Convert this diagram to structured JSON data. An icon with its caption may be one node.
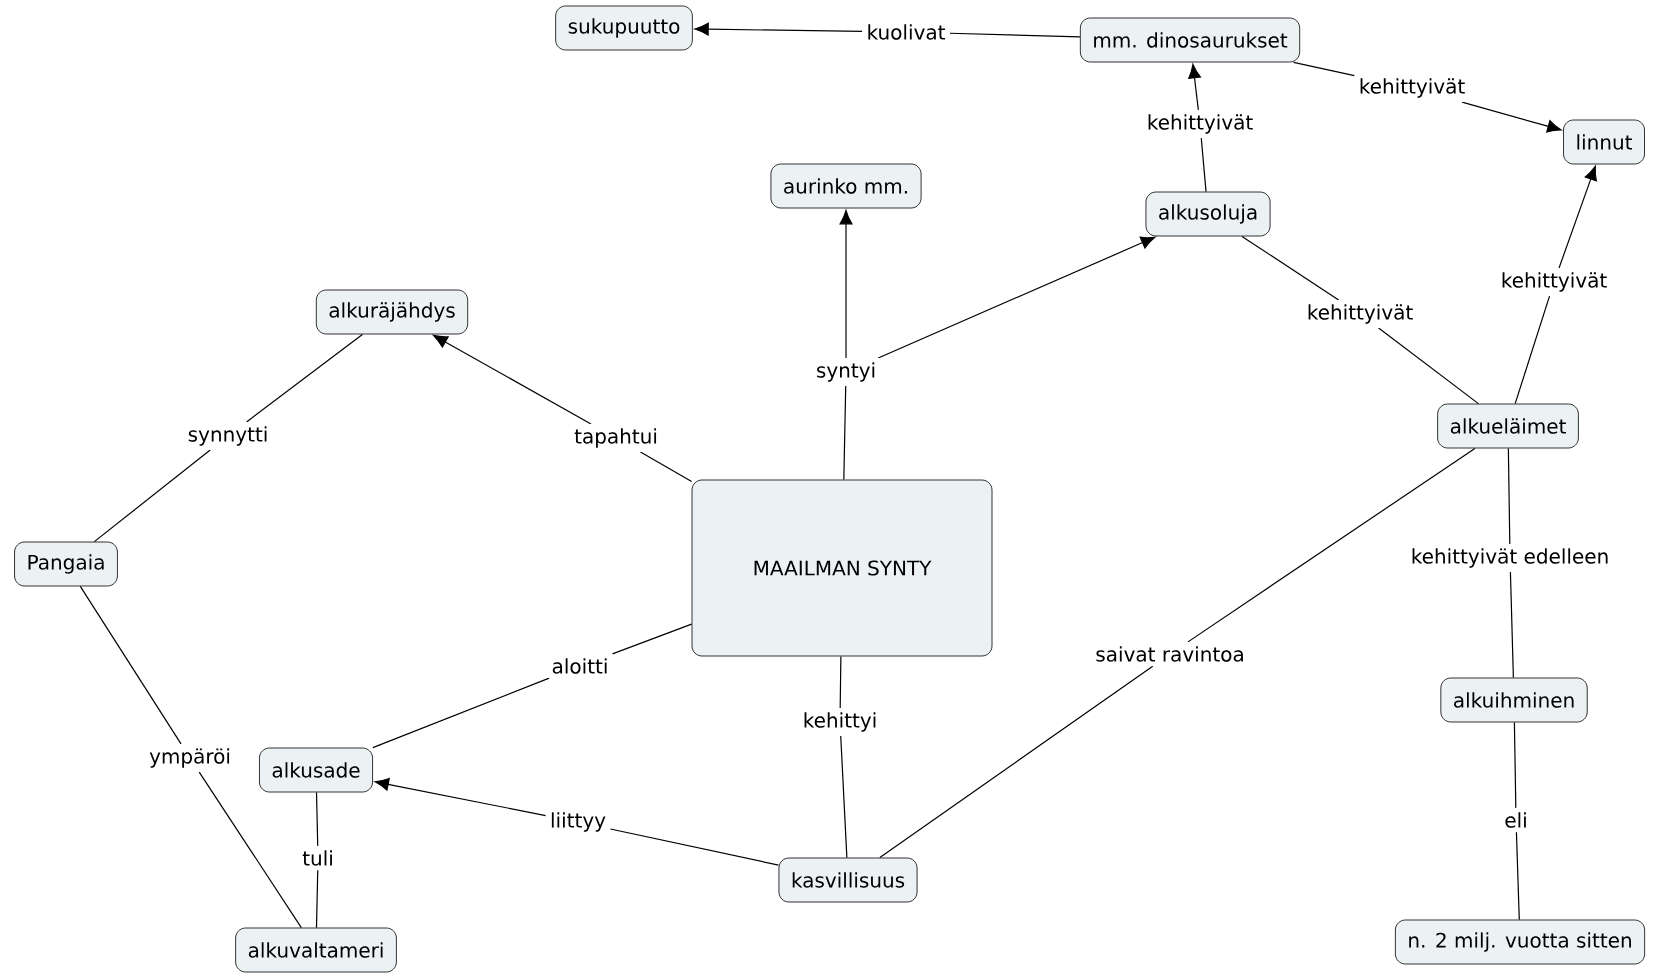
{
  "diagram": {
    "nodes": [
      {
        "text": [
          "MAAILMAN SYNTY"
        ]
      },
      {
        "text": [
          "alkuräjähdys"
        ]
      },
      {
        "text": [
          "aurinko mm."
        ]
      },
      {
        "text": [
          "alkusoluja"
        ]
      },
      {
        "text": [
          "mm. dinosaurukset"
        ]
      },
      {
        "text": [
          "sukupuutto"
        ]
      },
      {
        "text": [
          "linnut"
        ]
      },
      {
        "text": [
          "alkueläimet"
        ]
      },
      {
        "text": [
          "Pangaia"
        ]
      },
      {
        "text": [
          "alkusade"
        ]
      },
      {
        "text": [
          "alkuvaltameri"
        ]
      },
      {
        "text": [
          "kasvillisuus"
        ]
      },
      {
        "text": [
          "alkuihminen"
        ]
      },
      {
        "text": [
          "n. 2 milj. vuotta sitten"
        ]
      },
      {
        "text": [
          "tapahtui"
        ]
      },
      {
        "text": [
          "syntyi"
        ]
      },
      {
        "text": [
          "synnytti"
        ]
      },
      {
        "text": [
          "aloitti"
        ]
      },
      {
        "text": [
          "kehittyi"
        ]
      },
      {
        "text": [
          "ympäröi"
        ]
      },
      {
        "text": [
          "tuli"
        ]
      },
      {
        "text": [
          "liittyy"
        ]
      },
      {
        "text": [
          "saivat ravintoa"
        ]
      },
      {
        "text": [
          "kuolivat"
        ]
      },
      {
        "text": [
          "kehittyivät"
        ]
      },
      {
        "text": [
          "kehittyivät"
        ]
      },
      {
        "text": [
          "kehittyivät"
        ]
      },
      {
        "text": [
          "kehittyivät"
        ]
      },
      {
        "text": [
          "kehittyivät edelleen"
        ]
      },
      {
        "text": [
          "eli"
        ]
      }
    ],
    "edges": [
      {
        "from": 0,
        "to": 14,
        "arrow": "none"
      },
      {
        "from": 14,
        "to": 1,
        "arrow": "to"
      },
      {
        "from": 0,
        "to": 15,
        "arrow": "none"
      },
      {
        "from": 15,
        "to": 2,
        "arrow": "to"
      },
      {
        "from": 15,
        "to": 3,
        "arrow": "to"
      },
      {
        "from": 1,
        "to": 16,
        "arrow": "none"
      },
      {
        "from": 16,
        "to": 8,
        "arrow": "none"
      },
      {
        "from": 0,
        "to": 17,
        "arrow": "none"
      },
      {
        "from": 17,
        "to": 9,
        "arrow": "none"
      },
      {
        "from": 0,
        "to": 18,
        "arrow": "none"
      },
      {
        "from": 18,
        "to": 11,
        "arrow": "none"
      },
      {
        "from": 8,
        "to": 19,
        "arrow": "none"
      },
      {
        "from": 19,
        "to": 10,
        "arrow": "none"
      },
      {
        "from": 9,
        "to": 20,
        "arrow": "none"
      },
      {
        "from": 20,
        "to": 10,
        "arrow": "none"
      },
      {
        "from": 11,
        "to": 21,
        "arrow": "none"
      },
      {
        "from": 21,
        "to": 9,
        "arrow": "to"
      },
      {
        "from": 11,
        "to": 22,
        "arrow": "none"
      },
      {
        "from": 22,
        "to": 7,
        "arrow": "none"
      },
      {
        "from": 4,
        "to": 23,
        "arrow": "none"
      },
      {
        "from": 23,
        "to": 5,
        "arrow": "to"
      },
      {
        "from": 3,
        "to": 24,
        "arrow": "none"
      },
      {
        "from": 24,
        "to": 4,
        "arrow": "to"
      },
      {
        "from": 4,
        "to": 25,
        "arrow": "none"
      },
      {
        "from": 25,
        "to": 6,
        "arrow": "to"
      },
      {
        "from": 3,
        "to": 26,
        "arrow": "none"
      },
      {
        "from": 26,
        "to": 7,
        "arrow": "none"
      },
      {
        "from": 7,
        "to": 27,
        "arrow": "none"
      },
      {
        "from": 27,
        "to": 6,
        "arrow": "to"
      },
      {
        "from": 7,
        "to": 28,
        "arrow": "none"
      },
      {
        "from": 28,
        "to": 12,
        "arrow": "none"
      },
      {
        "from": 12,
        "to": 29,
        "arrow": "none"
      },
      {
        "from": 29,
        "to": 13,
        "arrow": "none"
      }
    ]
  }
}
